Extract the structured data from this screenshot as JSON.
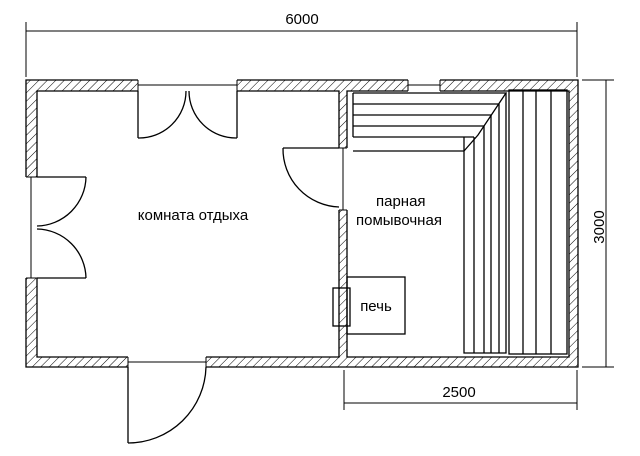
{
  "dimensions": {
    "width_label": "6000",
    "height_label": "3000",
    "steam_room_width_label": "2500"
  },
  "rooms": {
    "rest_room": "комната отдыха",
    "steam_room_line1": "парная",
    "steam_room_line2": "помывочная",
    "stove": "печь"
  },
  "colors": {
    "line": "#000000",
    "hatch": "#000000",
    "background": "#ffffff"
  }
}
